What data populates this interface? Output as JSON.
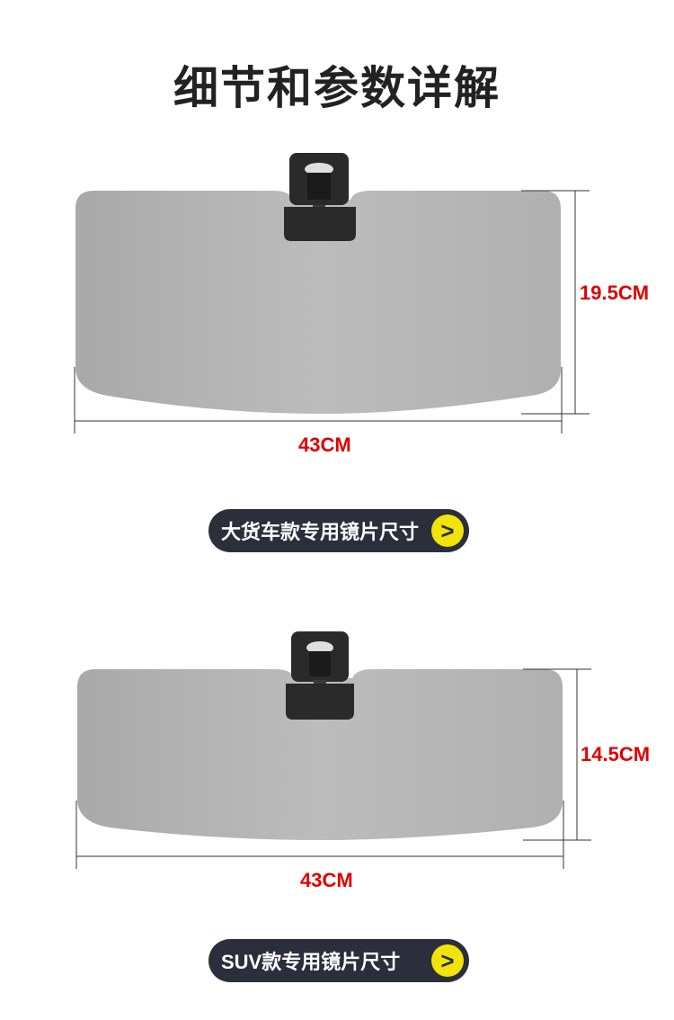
{
  "title": "细节和参数详解",
  "products": [
    {
      "height_label": "19.5CM",
      "width_label": "43CM",
      "button_label": "大货车款专用镜片尺寸",
      "arrow_glyph": ">"
    },
    {
      "height_label": "14.5CM",
      "width_label": "43CM",
      "button_label": "SUV款专用镜片尺寸",
      "arrow_glyph": ">"
    }
  ],
  "colors": {
    "lens": "#b3b3b3",
    "clip": "#2a2a2a",
    "dimension_text": "#e00000",
    "pill_bg": "#2b2f3b",
    "arrow_bg": "#f2e30a"
  }
}
